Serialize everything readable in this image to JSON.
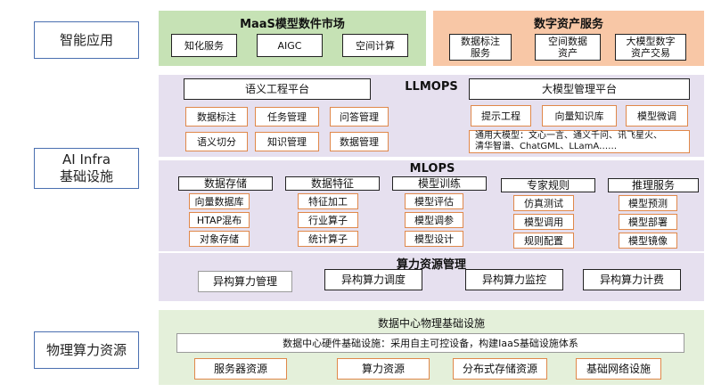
{
  "side_labels": {
    "apps": "智能应用",
    "infra_line1": "AI Infra",
    "infra_line2": "基础设施",
    "physical": "物理算力资源"
  },
  "maas": {
    "title": "MaaS模型数件市场",
    "items": [
      "知化服务",
      "AIGC",
      "空间计算"
    ]
  },
  "digital": {
    "title": "数字资产服务",
    "items": [
      [
        "数据标注",
        "服务"
      ],
      [
        "空间数据",
        "资产"
      ],
      [
        "大模型数字",
        "资产交易"
      ]
    ]
  },
  "llmops": {
    "title": "LLMOPS",
    "left_title": "语义工程平台",
    "left_items": [
      "数据标注",
      "任务管理",
      "问答管理",
      "语义切分",
      "知识管理",
      "数据管理"
    ],
    "right_title": "大模型管理平台",
    "right_items": [
      "提示工程",
      "向量知识库",
      "模型微调"
    ],
    "general_line1": "通用大模型：文心一言、通义千问、讯飞星火、",
    "general_line2": "清华智谱、ChatGML、LLamA……"
  },
  "mlops": {
    "title": "MLOPS",
    "columns": [
      {
        "header": "数据存储",
        "items": [
          "向量数据库",
          "HTAP混布",
          "对象存储"
        ]
      },
      {
        "header": "数据特征",
        "items": [
          "特征加工",
          "行业算子",
          "统计算子"
        ]
      },
      {
        "header": "模型训练",
        "items": [
          "模型评估",
          "模型调参",
          "模型设计"
        ]
      },
      {
        "header": "专家规则",
        "items": [
          "仿真测试",
          "模型调用",
          "规则配置"
        ]
      },
      {
        "header": "推理服务",
        "items": [
          "模型预测",
          "模型部署",
          "模型镜像"
        ]
      }
    ]
  },
  "compute": {
    "title": "算力资源管理",
    "items": [
      "异构算力管理",
      "异构算力调度",
      "异构算力监控",
      "异构算力计费"
    ]
  },
  "datacenter": {
    "title": "数据中心物理基础设施",
    "hardware": "数据中心硬件基础设施：采用自主可控设备，构建IaaS基础设施体系",
    "items": [
      "服务器资源",
      "算力资源",
      "分布式存储资源",
      "基础网络设施"
    ]
  },
  "colors": {
    "green_panel": "#c6e2b5",
    "orange_panel": "#f8c7a6",
    "purple_panel": "#e6e0ef",
    "light_green_panel": "#e4f0da",
    "orange_border": "#e0884a",
    "side_border": "#4a6fb0"
  }
}
